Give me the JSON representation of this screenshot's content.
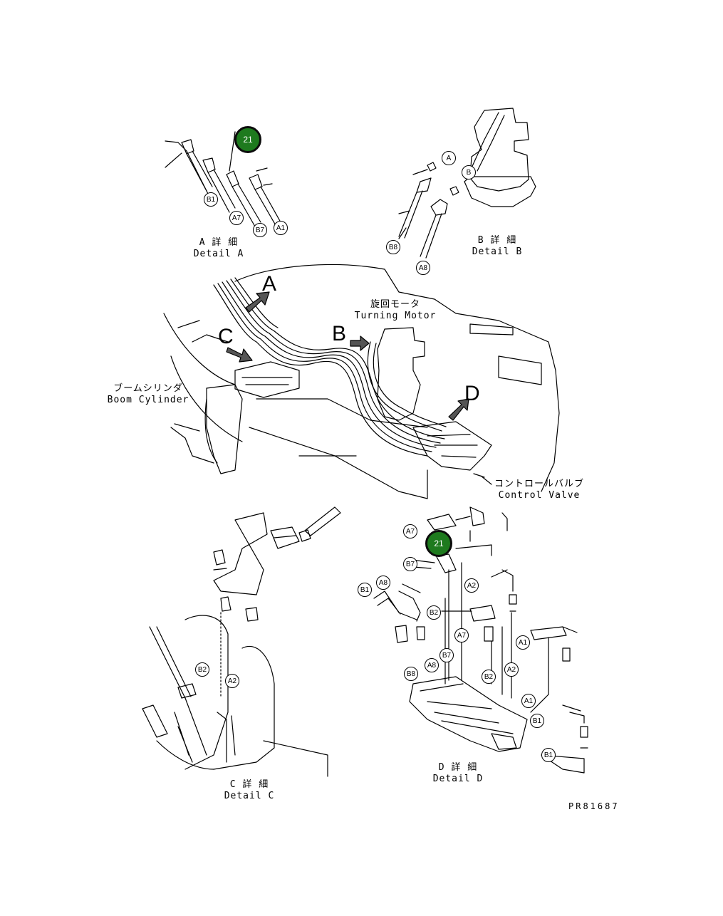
{
  "detail_a": {
    "jp": "A 詳 細",
    "en": "Detail A"
  },
  "detail_b": {
    "jp": "B 詳 細",
    "en": "Detail B"
  },
  "detail_c": {
    "jp": "C 詳 細",
    "en": "Detail C"
  },
  "detail_d": {
    "jp": "D 詳 細",
    "en": "Detail D"
  },
  "turning_motor": {
    "jp": "旋回モータ",
    "en": "Turning Motor"
  },
  "boom_cylinder": {
    "jp": "ブームシリンダ",
    "en": "Boom Cylinder"
  },
  "control_valve": {
    "jp": "コントロールバルブ",
    "en": "Control Valve"
  },
  "view_letters": {
    "a": "A",
    "b": "B",
    "c": "C",
    "d": "D"
  },
  "part_badges": {
    "top": "21",
    "bottom": "21"
  },
  "port_labels": {
    "a_b1": "B1",
    "a_a7": "A7",
    "a_b7": "B7",
    "a_a1": "A1",
    "b_a": "A",
    "b_b": "B",
    "b_b8": "B8",
    "b_a8": "A8",
    "c_b2": "B2",
    "c_a2": "A2",
    "d_a7": "A7",
    "d_b7": "B7",
    "d_a8": "A8",
    "d_b1": "B1",
    "d_b2": "B2",
    "d_a2": "A2",
    "d_a7b": "A7",
    "d_b7b": "B7",
    "d_b8": "B8",
    "d_a8b": "A8",
    "d_b2b": "B2",
    "d_a2b": "A2",
    "d_a1": "A1",
    "d_a1b": "A1",
    "d_b1b": "B1",
    "d_b1c": "B1"
  },
  "drawing_code": "PR81687",
  "colors": {
    "badge": "#1e7a1e",
    "line": "#000000"
  }
}
